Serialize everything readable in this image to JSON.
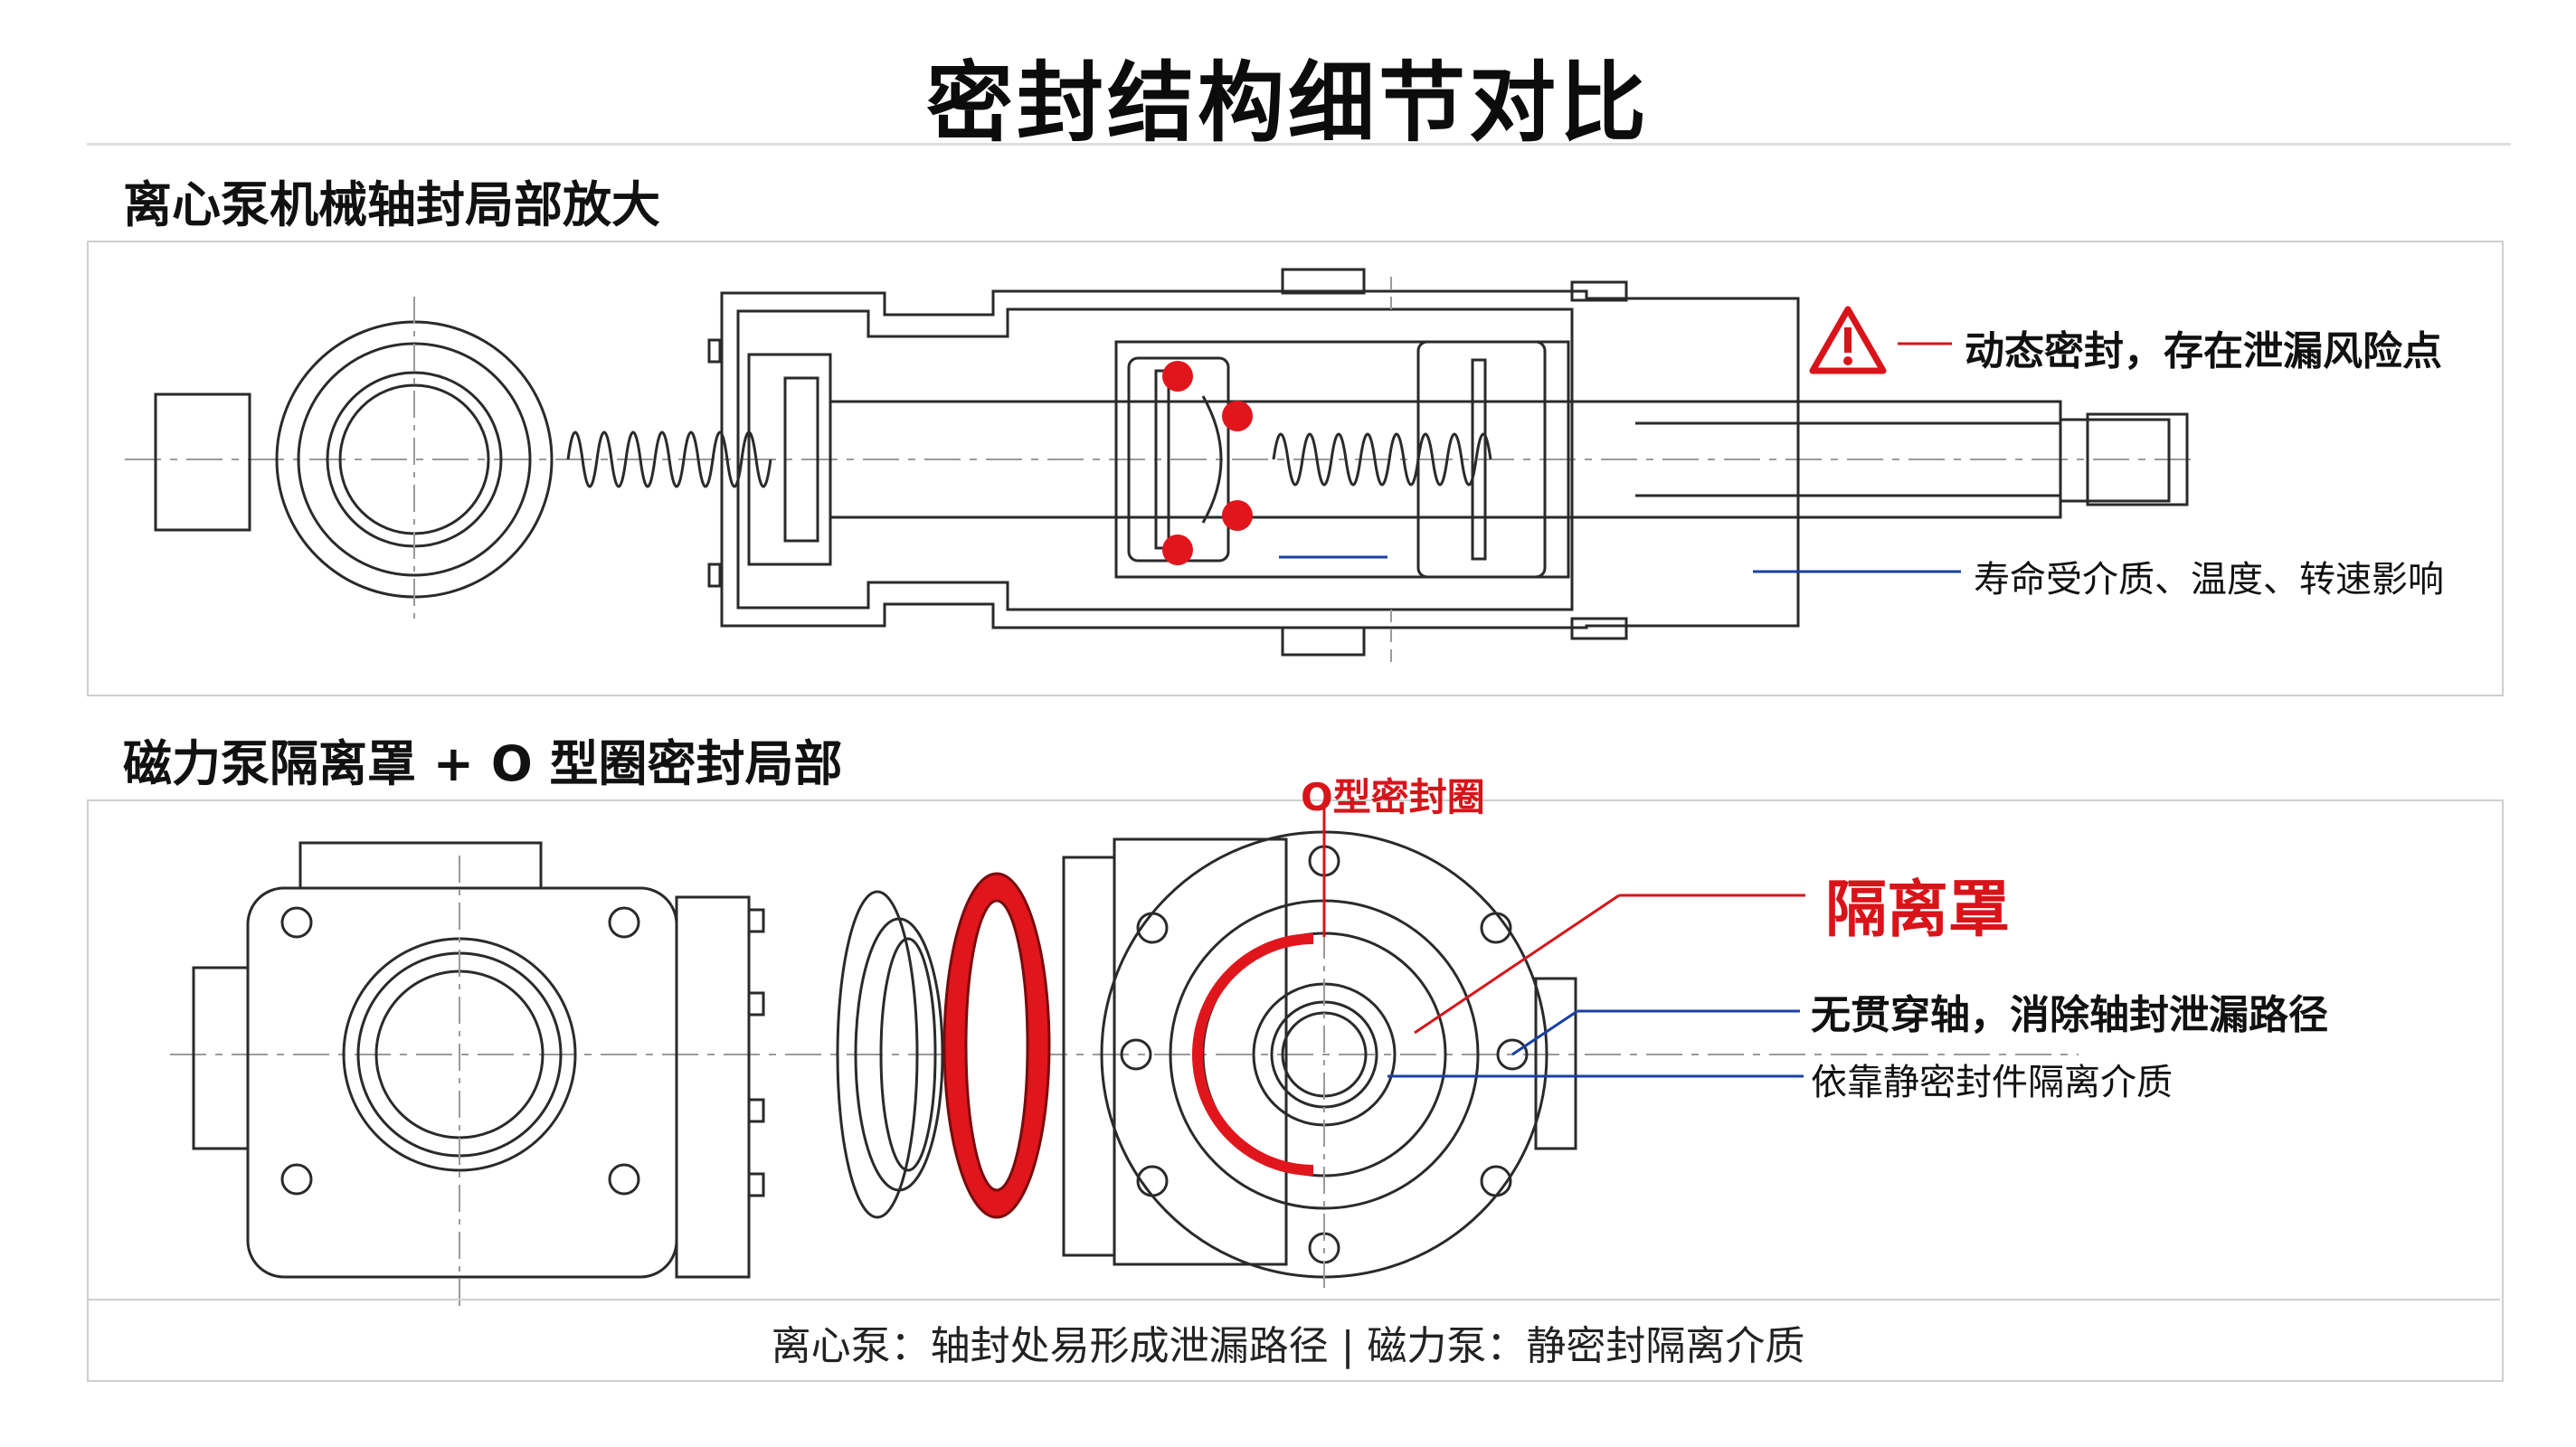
{
  "title": "密封结构细节对比",
  "section1": {
    "heading": "离心泵机械轴封局部放大",
    "warning_label": "动态密封，存在泄漏风险点",
    "life_label": "寿命受介质、温度、转速影响"
  },
  "section2": {
    "heading": "磁力泵隔离罩 + O 型圈密封局部",
    "oring_label": "O型密封圈",
    "shield_label": "隔离罩",
    "no_shaft_label": "无贯穿轴，消除轴封泄漏路径",
    "static_label": "依靠静密封件隔离介质"
  },
  "footer": "离心泵：轴封处易形成泄漏路径 | 磁力泵：静密封隔离介质",
  "colors": {
    "accent_red": "#d8141a",
    "leader_blue": "#1a3fa6",
    "line": "#2a2a2a"
  },
  "icons": {
    "warning": "warning-triangle-icon"
  }
}
